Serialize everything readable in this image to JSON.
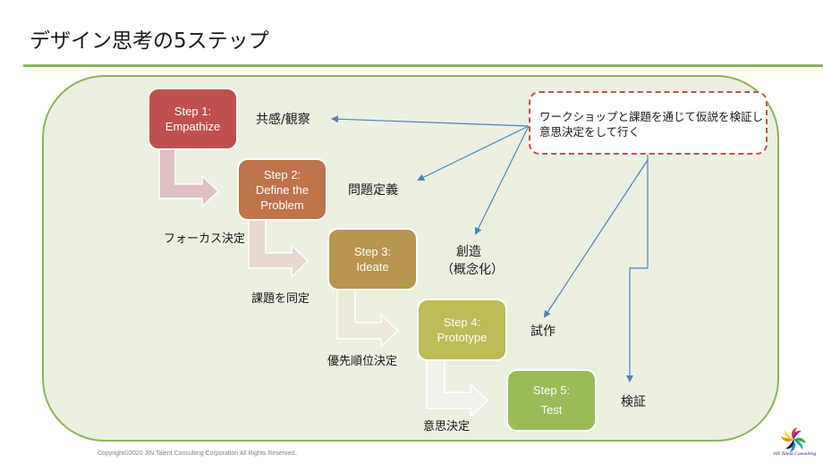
{
  "slide": {
    "title": "デザイン思考の5ステップ",
    "copyright": "Copyright©2020 JIN Talent Consulting Corporation All Rights Reserved..",
    "logo_text": "JIN Talent Consulting"
  },
  "steps": [
    {
      "line1": "Step 1:",
      "line2": "Empathize",
      "line3": "",
      "color": "#c0504d",
      "arrow_color": "#e0c0c2"
    },
    {
      "line1": "Step 2:",
      "line2": "Define the",
      "line3": "Problem",
      "color": "#c0744b",
      "arrow_color": "#e6d8cf"
    },
    {
      "line1": "Step 3:",
      "line2": "Ideate",
      "line3": "",
      "color": "#b9964f",
      "arrow_color": "#ede9dd"
    },
    {
      "line1": "Step 4:",
      "line2": "Prototype",
      "line3": "",
      "color": "#bcbb55",
      "arrow_color": "#f2f2ec"
    },
    {
      "line1": "Step 5:",
      "line2": "Test",
      "line3": "",
      "color": "#9bbb59",
      "arrow_color": ""
    }
  ],
  "step_outcomes": [
    {
      "text": "共感/観察"
    },
    {
      "text": "問題定義"
    },
    {
      "text": "創造",
      "text2": "（概念化）"
    },
    {
      "text": "試作"
    },
    {
      "text": "検証"
    }
  ],
  "transitions": [
    {
      "text": "フォーカス決定"
    },
    {
      "text": "課題を同定"
    },
    {
      "text": "優先順位決定"
    },
    {
      "text": "意思決定"
    }
  ],
  "callout": {
    "line1": "ワークショップと課題を通じて仮説を検証し",
    "line2": "意思決定をして行く",
    "border_color": "#c0504d"
  },
  "colors": {
    "accent_green": "#8db556",
    "panel_bg": "#ebf0e0",
    "connector_blue": "#4f81bd"
  }
}
